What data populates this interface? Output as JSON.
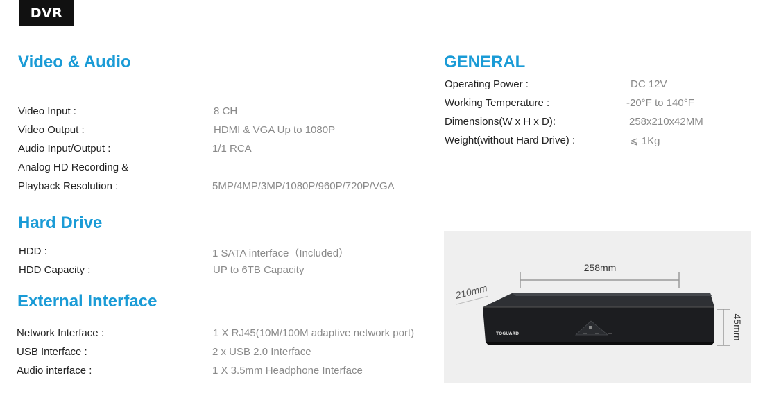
{
  "badge": "DVR",
  "video_audio": {
    "heading": "Video & Audio",
    "rows": [
      {
        "label": "Video Input :",
        "value": "8 CH"
      },
      {
        "label": "Video Output :",
        "value": "HDMI & VGA Up to 1080P"
      },
      {
        "label": "Audio Input/Output :",
        "value": "1/1 RCA"
      },
      {
        "label": "Analog HD Recording &",
        "value": ""
      },
      {
        "label": "Playback Resolution :",
        "value": "5MP/4MP/3MP/1080P/960P/720P/VGA"
      }
    ]
  },
  "hard_drive": {
    "heading": "Hard Drive",
    "rows": [
      {
        "label": "HDD :",
        "value": "1 SATA interface（Included）"
      },
      {
        "label": "HDD Capacity :",
        "value": "UP to 6TB Capacity"
      }
    ]
  },
  "external": {
    "heading": "External Interface",
    "rows": [
      {
        "label": "Network Interface :",
        "value": "1 X RJ45(10M/100M adaptive network port)"
      },
      {
        "label": "USB Interface :",
        "value": "2 x USB 2.0 Interface"
      },
      {
        "label": "Audio interface :",
        "value": "1 X 3.5mm Headphone Interface"
      }
    ]
  },
  "general": {
    "heading": "GENERAL",
    "rows": [
      {
        "label": "Operating Power :",
        "value": "DC 12V"
      },
      {
        "label": "Working Temperature :",
        "value": "-20°F to 140°F"
      },
      {
        "label": "Dimensions(W x H x D):",
        "value": "258x210x42MM"
      },
      {
        "label": "Weight(without Hard Drive) :",
        "value": "⩽ 1Kg"
      }
    ]
  },
  "product_image": {
    "width_label": "258mm",
    "depth_label": "210mm",
    "height_label": "45mm",
    "brand": "TOGUARD"
  }
}
